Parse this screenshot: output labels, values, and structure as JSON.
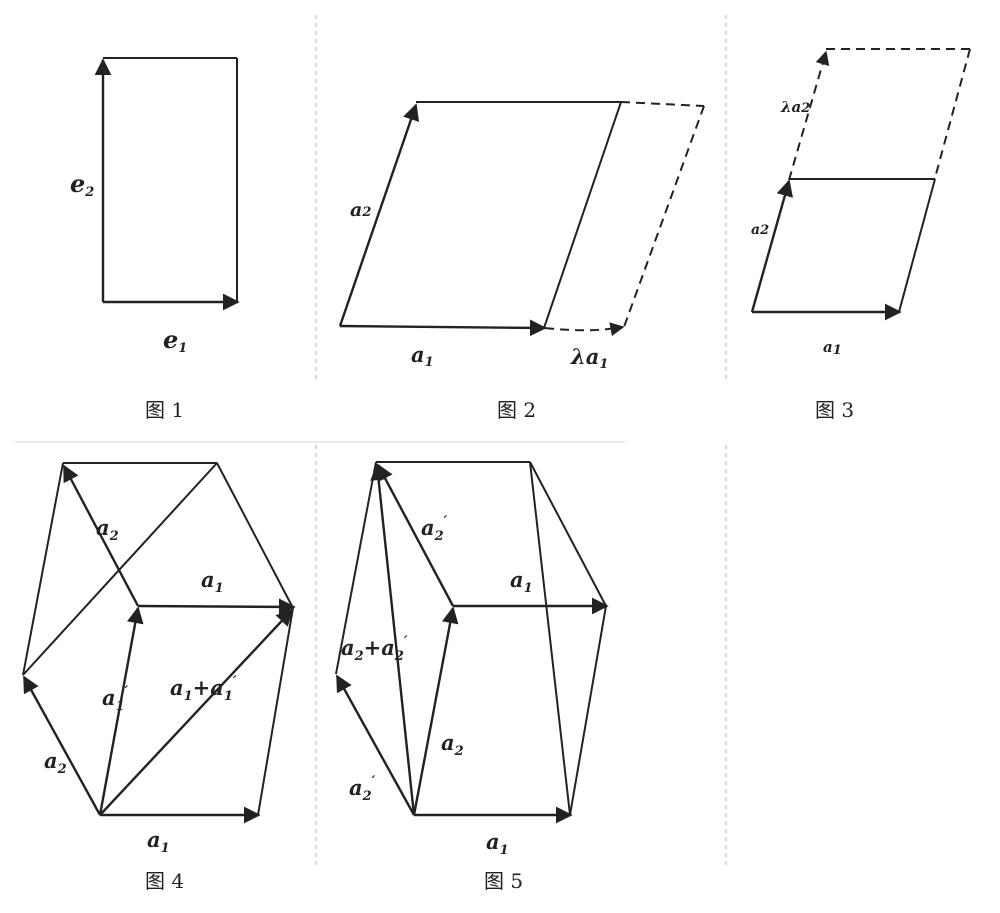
{
  "figures": [
    {
      "caption": "图 1",
      "labels": {
        "e2_main": "e",
        "e2_sub": "2",
        "e1_main": "e",
        "e1_sub": "1"
      }
    },
    {
      "caption": "图 2",
      "labels": {
        "a2_main": "a",
        "a2_sub": "2",
        "a1_main": "a",
        "a1_sub": "1",
        "la1_main": "λa",
        "la1_sub": "1"
      }
    },
    {
      "caption": "图 3",
      "labels": {
        "la2_main": "λa",
        "la2_sub": "2",
        "a2_main": "a",
        "a2_sub": "2",
        "a1_main": "a",
        "a1_sub": "1"
      }
    },
    {
      "caption": "图 4",
      "labels": {
        "a2_top_main": "a",
        "a2_top_sub": "2",
        "a1_mid_main": "a",
        "a1_mid_sub": "1",
        "a1p_main": "a",
        "a1p_sub": "1",
        "a1p_prime": "′",
        "sum_main": "a",
        "sum_sub": "1",
        "sum_plus": "+a",
        "sum_sub2": "1",
        "sum_prime": "′",
        "a2_left_main": "a",
        "a2_left_sub": "2",
        "a1_bot_main": "a",
        "a1_bot_sub": "1"
      }
    },
    {
      "caption": "图 5",
      "labels": {
        "a2p_top_main": "a",
        "a2p_top_sub": "2",
        "a2p_top_prime": "′",
        "a1_mid_main": "a",
        "a1_mid_sub": "1",
        "sum_main": "a",
        "sum_sub": "2",
        "sum_plus": "+a",
        "sum_sub2": "2",
        "sum_prime": "′",
        "a2_mid_main": "a",
        "a2_mid_sub": "2",
        "a2p_left_main": "a",
        "a2p_left_sub": "2",
        "a2p_left_prime": "′",
        "a1_bot_main": "a",
        "a1_bot_sub": "1"
      }
    }
  ]
}
